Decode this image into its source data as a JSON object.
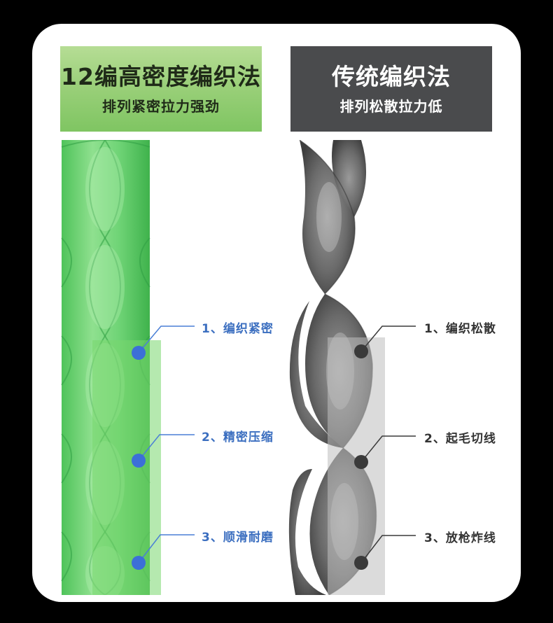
{
  "left_panel": {
    "title": "12编高密度编织法",
    "subtitle": "排列紧密拉力强劲",
    "features": [
      "1、编织紧密",
      "2、精密压缩",
      "3、顺滑耐磨"
    ]
  },
  "right_panel": {
    "title": "传统编织法",
    "subtitle": "排列松散拉力低",
    "features": [
      "1、编织松散",
      "2、起毛切线",
      "3、放枪炸线"
    ]
  },
  "colors": {
    "green": "#6fd07a",
    "gray": "#555555",
    "blue_dot": "#3c6fd8",
    "dark_dot": "#3a3a3a"
  }
}
